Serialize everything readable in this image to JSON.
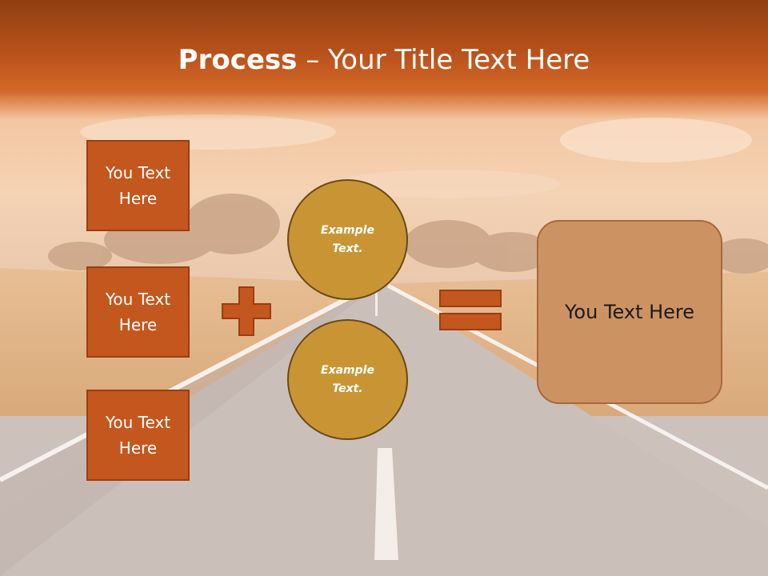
{
  "title": {
    "bold": "Process",
    "separator": " – ",
    "rest": "Your Title Text Here"
  },
  "boxes": [
    {
      "label": "You Text Here"
    },
    {
      "label": "You Text Here"
    },
    {
      "label": "You Text Here"
    }
  ],
  "circles": [
    {
      "label": "Example Text."
    },
    {
      "label": "Example Text."
    }
  ],
  "result": {
    "label": "You Text Here"
  },
  "icons": {
    "plus": "plus-icon",
    "equals": "equals-icon"
  },
  "colors": {
    "title_band": "#b9521c",
    "box_fill": "#c4571e",
    "circle_fill": "#c99534",
    "result_fill": "#cd9262"
  }
}
